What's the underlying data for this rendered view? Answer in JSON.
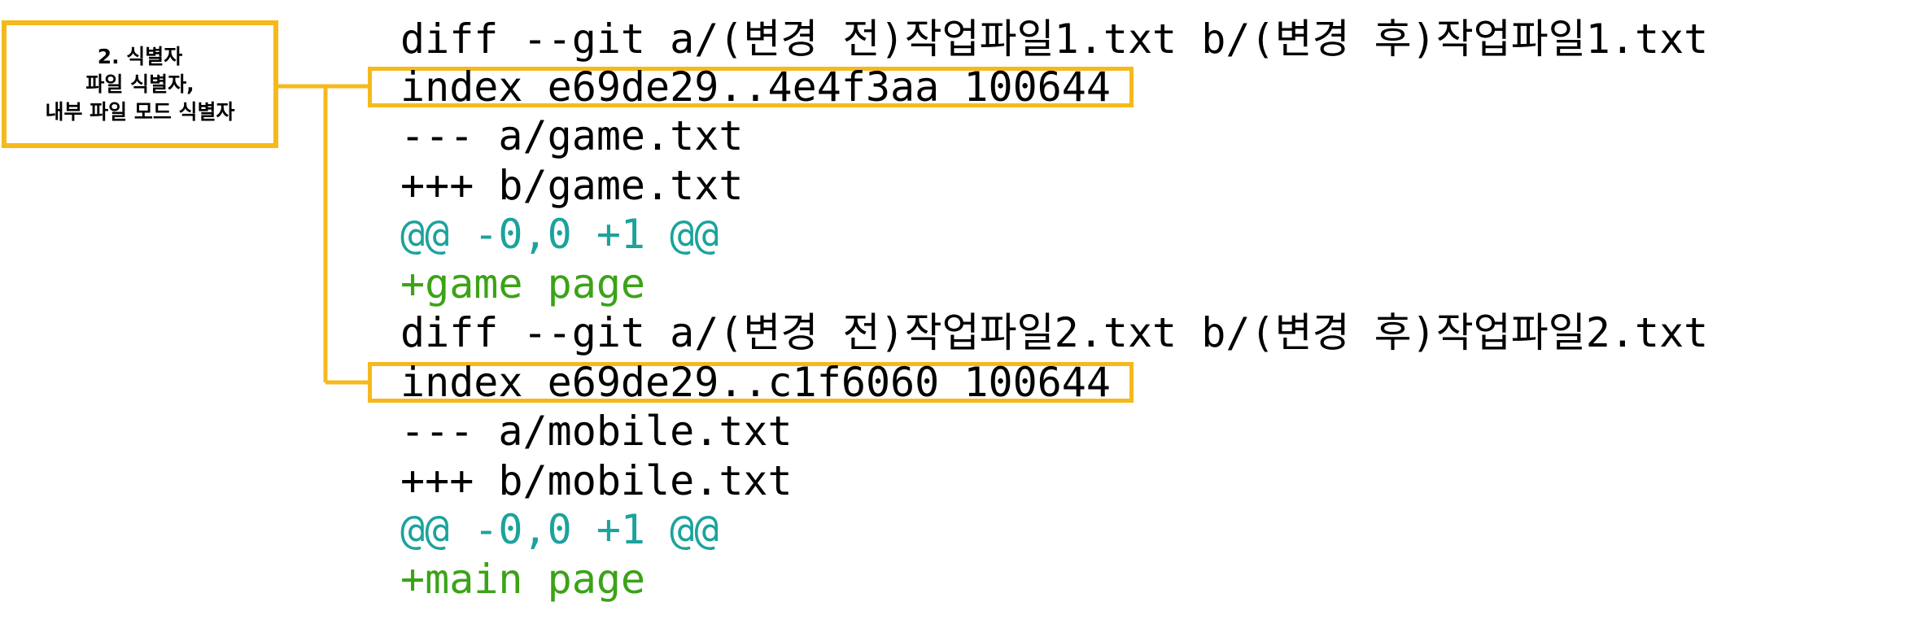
{
  "callout": {
    "lines": [
      "2. 식별자",
      "파일 식별자,",
      "내부 파일 모드 식별자"
    ]
  },
  "diff": {
    "lines": [
      {
        "text": "diff --git a/(변경 전)작업파일1.txt b/(변경 후)작업파일1.txt",
        "kind": "header"
      },
      {
        "text": "index e69de29..4e4f3aa 100644",
        "kind": "index"
      },
      {
        "text": "--- a/game.txt",
        "kind": "header"
      },
      {
        "text": "+++ b/game.txt",
        "kind": "header"
      },
      {
        "text": "@@ -0,0 +1 @@",
        "kind": "hunk"
      },
      {
        "text": "+game page",
        "kind": "added"
      },
      {
        "text": "diff --git a/(변경 전)작업파일2.txt b/(변경 후)작업파일2.txt",
        "kind": "header"
      },
      {
        "text": "index e69de29..c1f6060 100644",
        "kind": "index"
      },
      {
        "text": "--- a/mobile.txt",
        "kind": "header"
      },
      {
        "text": "+++ b/mobile.txt",
        "kind": "header"
      },
      {
        "text": "@@ -0,0 +1 @@",
        "kind": "hunk"
      },
      {
        "text": "+main page",
        "kind": "added"
      }
    ]
  },
  "colors": {
    "highlight": "#f6b91c",
    "text": "#000000",
    "hunk": "#1ba39c",
    "added": "#3ba317"
  }
}
